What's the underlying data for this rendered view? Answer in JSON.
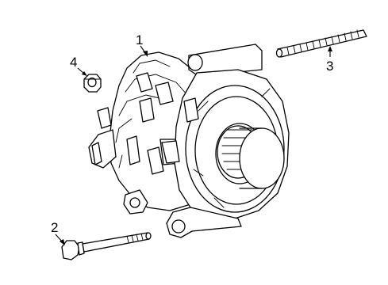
{
  "callouts": [
    {
      "id": "1",
      "label": "1",
      "part": "alternator"
    },
    {
      "id": "2",
      "label": "2",
      "part": "bolt"
    },
    {
      "id": "3",
      "label": "3",
      "part": "stud"
    },
    {
      "id": "4",
      "label": "4",
      "part": "nut"
    }
  ],
  "colors": {
    "line": "#000000",
    "fill": "#ffffff"
  }
}
